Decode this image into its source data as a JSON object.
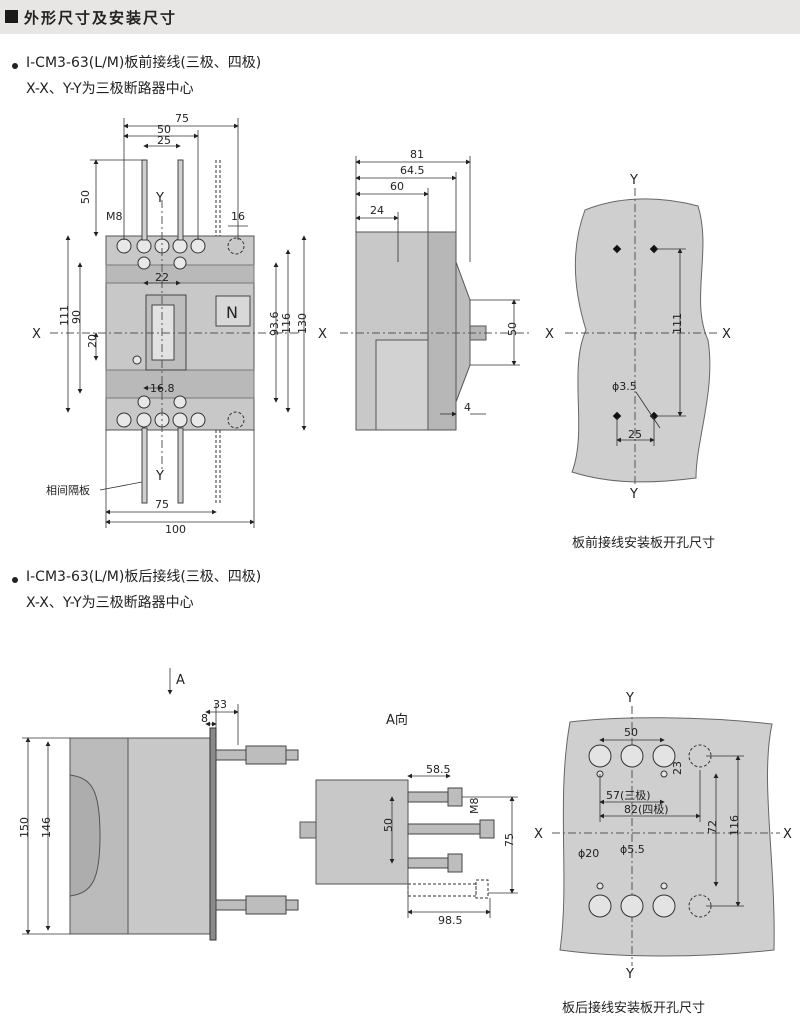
{
  "header": {
    "title": "外形尺寸及安装尺寸"
  },
  "section1": {
    "title": "I-CM3-63(L/M)板前接线(三极、四极)",
    "subtitle": "X-X、Y-Y为三极断路器中心",
    "front": {
      "d75_top": "75",
      "d50": "50",
      "d25": "25",
      "d50_left": "50",
      "m8": "M8",
      "d16": "16",
      "d22": "22",
      "n_label": "N",
      "d111": "111",
      "d90": "90",
      "d20": "20",
      "d16_8": "16.8",
      "d93_6": "93.6",
      "d116": "116",
      "d130": "130",
      "d75_bottom": "75",
      "d100": "100",
      "barrier": "相间隔板"
    },
    "side": {
      "d81": "81",
      "d64_5": "64.5",
      "d60": "60",
      "d24": "24",
      "d50": "50",
      "d4": "4"
    },
    "cutout": {
      "d111": "111",
      "phi": "ϕ3.5",
      "d25": "25",
      "caption": "板前接线安装板开孔尺寸"
    }
  },
  "section2": {
    "title": "I-CM3-63(L/M)板后接线(三极、四极)",
    "subtitle": "X-X、Y-Y为三极断路器中心",
    "side": {
      "arrow_label": "A",
      "d33": "33",
      "d8": "8",
      "d150": "150",
      "d146": "146"
    },
    "view_a": {
      "label": "A向",
      "d58_5": "58.5",
      "m8": "M8",
      "d50": "50",
      "d75": "75",
      "d98_5": "98.5"
    },
    "cutout": {
      "d50": "50",
      "d23": "23",
      "d57": "57(三极)",
      "d82": "82(四极)",
      "d72": "72",
      "d116": "116",
      "phi20": "ϕ20",
      "phi5_5": "ϕ5.5",
      "caption": "板后接线安装板开孔尺寸"
    }
  },
  "axes": {
    "x": "X",
    "y": "Y"
  }
}
